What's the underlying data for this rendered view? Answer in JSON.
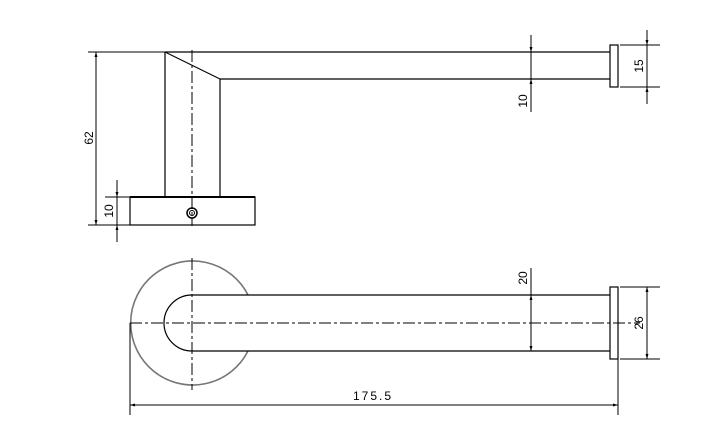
{
  "drawing": {
    "front_view": {
      "dim_total_height": "62",
      "dim_base_thickness": "10",
      "dim_bar_thickness": "10",
      "dim_end_cap": "15"
    },
    "top_view": {
      "dim_bar_width": "20",
      "dim_end_cap": "26",
      "dim_total_length": "175.5"
    }
  }
}
